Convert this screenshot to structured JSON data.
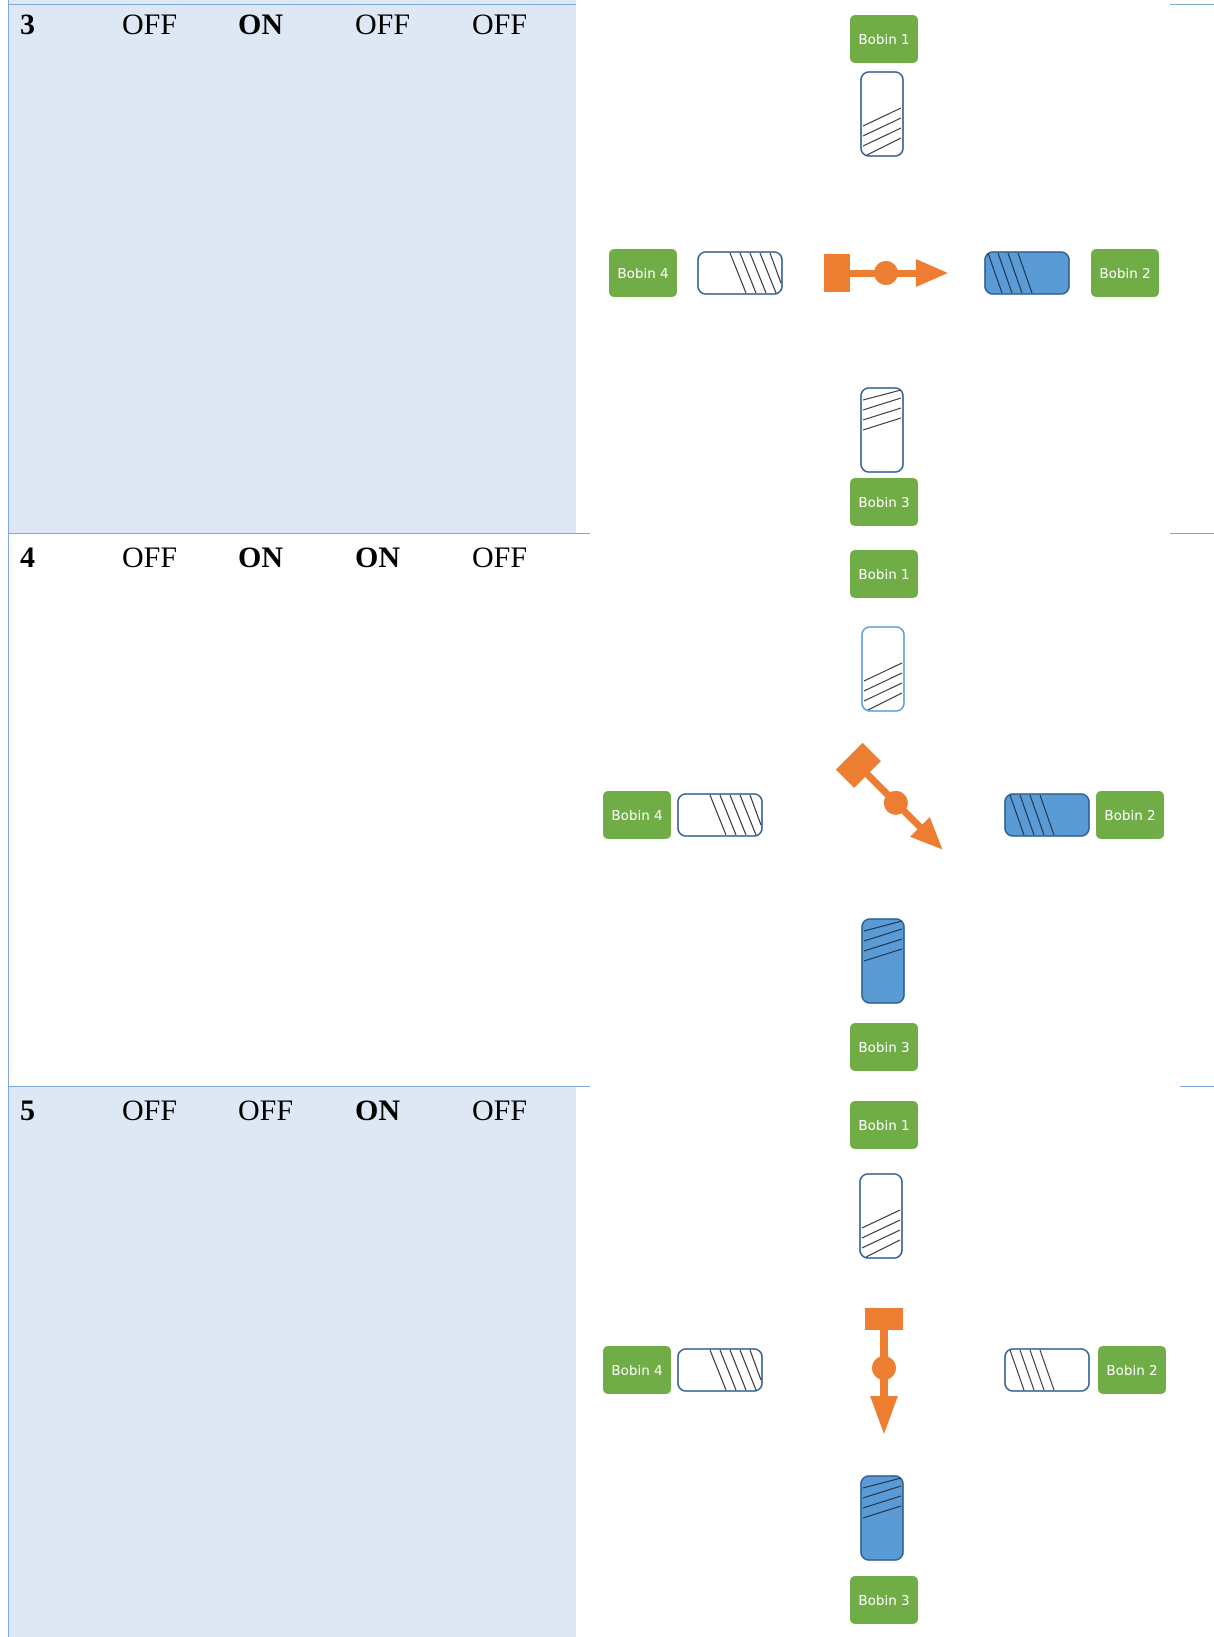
{
  "steps": [
    {
      "num": "3",
      "states": [
        "OFF",
        "ON",
        "OFF",
        "OFF"
      ],
      "energized": [
        "Bobin 2"
      ],
      "rotor_pointing": "right"
    },
    {
      "num": "4",
      "states": [
        "OFF",
        "ON",
        "ON",
        "OFF"
      ],
      "energized": [
        "Bobin 2",
        "Bobin 3"
      ],
      "rotor_pointing": "down-right"
    },
    {
      "num": "5",
      "states": [
        "OFF",
        "OFF",
        "ON",
        "OFF"
      ],
      "energized": [
        "Bobin 3"
      ],
      "rotor_pointing": "down"
    }
  ],
  "coil_labels": {
    "c1": "Bobin 1",
    "c2": "Bobin 2",
    "c3": "Bobin 3",
    "c4": "Bobin 4"
  },
  "colors": {
    "label_bg": "#70ad47",
    "coil_on": "#5b9bd5",
    "coil_outline": "#2e5f91",
    "rotor": "#ed7d31",
    "row_shade": "#dde8f4",
    "table_border": "#7ea6d8"
  }
}
